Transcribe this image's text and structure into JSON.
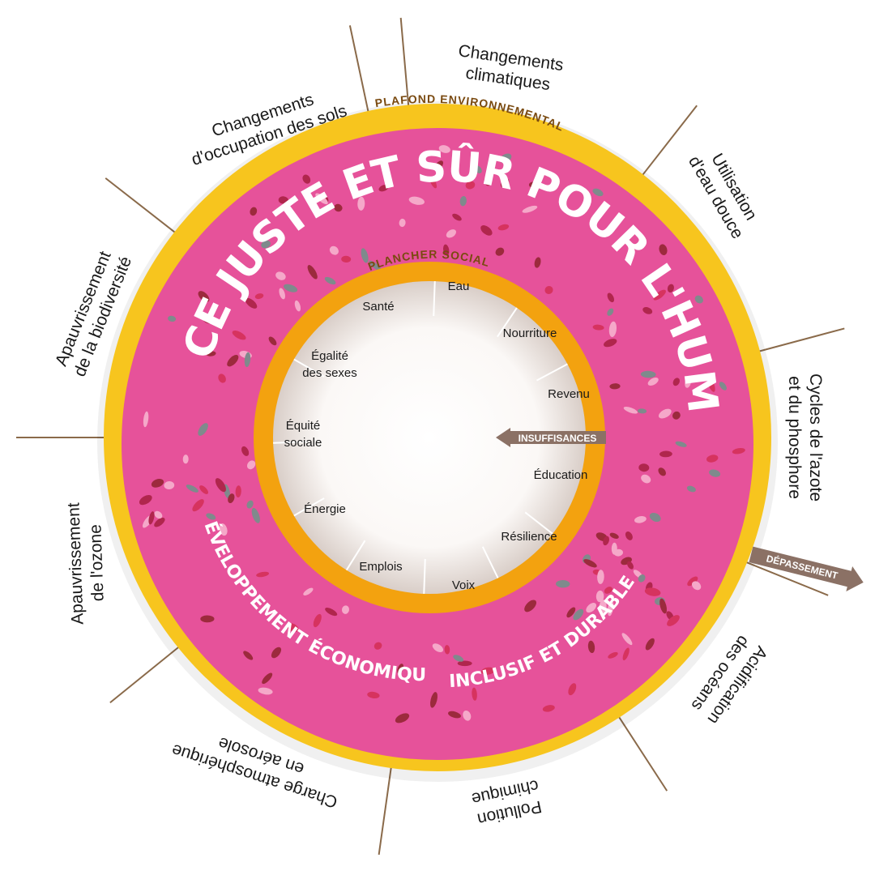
{
  "outer_arc_title": "PLAFOND   ENVIRONNEMENTAL",
  "inner_arc_title": "PLANCHER   SOCIAL",
  "main_title": "ESPACE JUSTE ET  SÛR POUR L'HUMANITÉ",
  "economy_text_left": "DÉVELOPPEMENT ÉCONOMIQUE",
  "economy_text_right": "INCLUSIF ET DURABLE",
  "shortfall_label": "INSUFFISANCES",
  "overshoot_label": "DÉPASSEMENT",
  "environmental": [
    {
      "lines": [
        "Changements",
        "climatiques"
      ]
    },
    {
      "lines": [
        "Utilisation",
        "d'eau douce"
      ]
    },
    {
      "lines": [
        "Cycles de l'azote",
        "et du phosphore"
      ]
    },
    {
      "lines": [
        "Acidification",
        "des océans"
      ]
    },
    {
      "lines": [
        "Pollution",
        "chimique"
      ]
    },
    {
      "lines": [
        "Charge atmosphérique",
        "en aérosole"
      ]
    },
    {
      "lines": [
        "Apauvrissement",
        "de l'ozone"
      ]
    },
    {
      "lines": [
        "Apauvrissement",
        "de la biodiversité"
      ]
    },
    {
      "lines": [
        "Changements",
        "d'occupation des sols"
      ]
    }
  ],
  "social": [
    {
      "lines": [
        "Eau"
      ]
    },
    {
      "lines": [
        "Nourriture"
      ]
    },
    {
      "lines": [
        "Revenu"
      ]
    },
    {
      "lines": [
        "Éducation"
      ]
    },
    {
      "lines": [
        "Résilience"
      ]
    },
    {
      "lines": [
        "Voix"
      ]
    },
    {
      "lines": [
        "Emplois"
      ]
    },
    {
      "lines": [
        "Énergie"
      ]
    },
    {
      "lines": [
        "Équité",
        "sociale"
      ]
    },
    {
      "lines": [
        "Égalité",
        "des sexes"
      ]
    },
    {
      "lines": [
        "Santé"
      ]
    }
  ],
  "colors": {
    "ceiling": "#f7c51e",
    "floor": "#f3a20f",
    "dough": "#e6529a",
    "accent_arrow": "#8b7165"
  }
}
